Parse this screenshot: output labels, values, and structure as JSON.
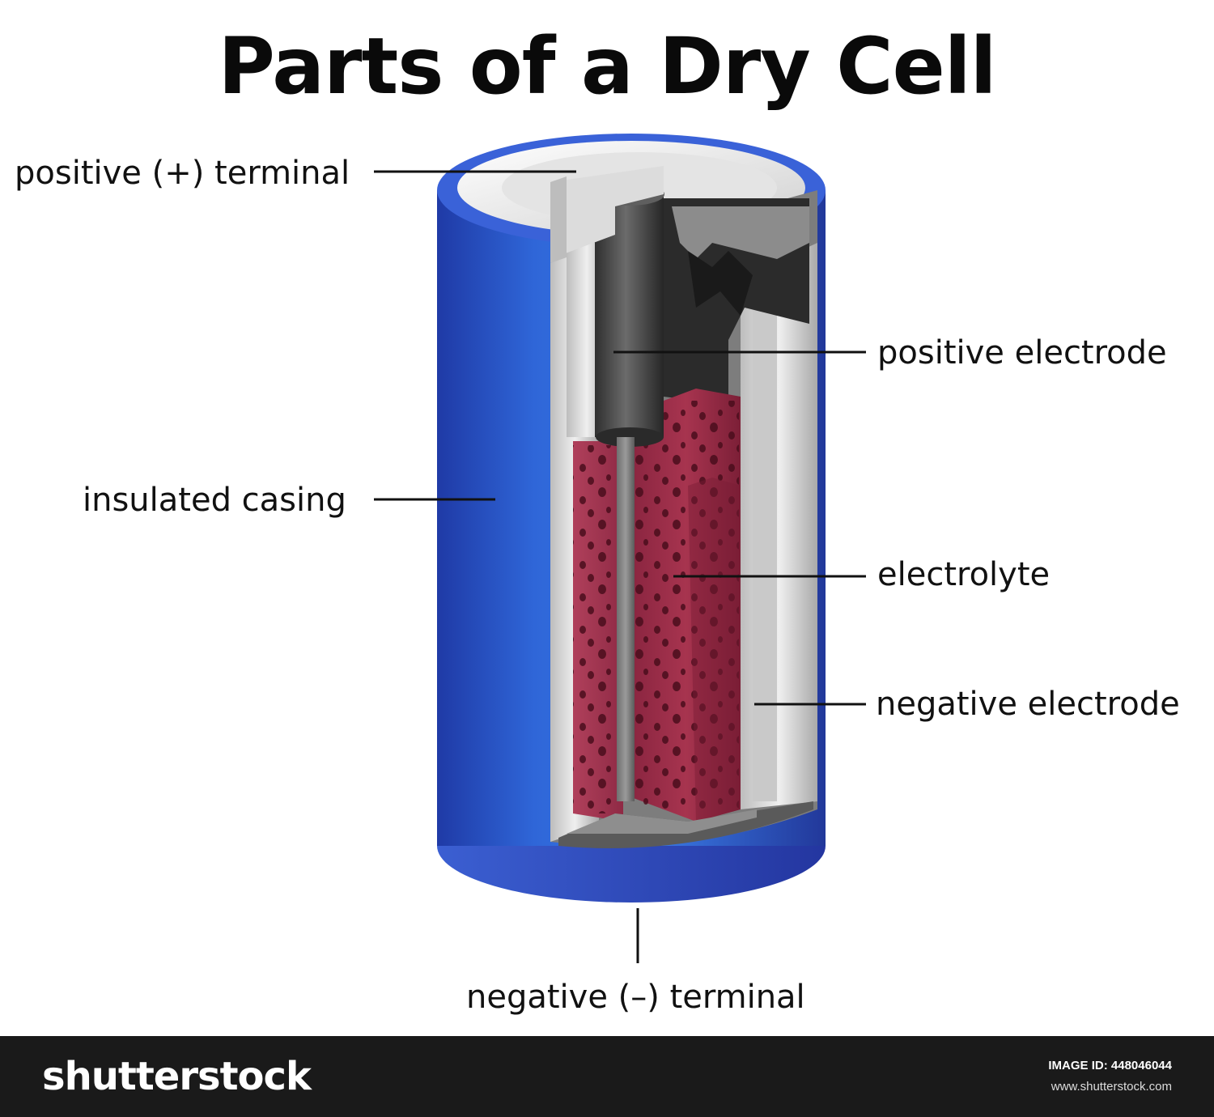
{
  "title": "Parts of a Dry Cell",
  "labels": {
    "positive_terminal": "positive (+) terminal",
    "positive_electrode": "positive electrode",
    "insulated_casing": "insulated casing",
    "electrolyte": "electrolyte",
    "negative_electrode": "negative electrode",
    "negative_terminal": "negative (–) terminal"
  },
  "footer": {
    "brand": "shutterstock",
    "image_id_label": "IMAGE ID:",
    "image_id": "448046044",
    "site": "www.shutterstock.com"
  },
  "colors": {
    "casing_blue": "#2f57c4",
    "casing_dark": "#22389a",
    "electrolyte": "#9b2e47",
    "electrolyte_dots": "#4a0d1c",
    "electrode_gray": "#4a4a4a",
    "metal_light": "#d9d9d9",
    "footer_bg": "#1a1a1a"
  }
}
